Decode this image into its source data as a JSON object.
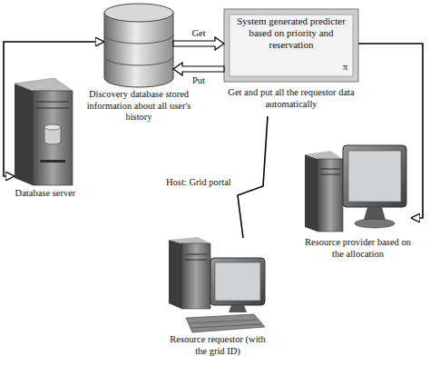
{
  "diagram": {
    "nodes": [
      {
        "text": [
          "Discovery database stored information about all user's history"
        ]
      },
      {
        "text": [
          "System generated predicter based on priority and reservation",
          "π",
          "Get and put all the requestor data automatically"
        ]
      },
      {
        "text": [
          "Database server"
        ]
      },
      {
        "text": [
          "Resource provider based on the allocation"
        ]
      },
      {
        "text": [
          "Resource requestor (with the grid ID)"
        ]
      }
    ],
    "edges": [
      {
        "from": 0,
        "to": 1,
        "label": "Get",
        "arrow": "to"
      },
      {
        "from": 1,
        "to": 0,
        "label": "Put",
        "arrow": "to"
      },
      {
        "from": 2,
        "to": 0,
        "arrow": "both"
      },
      {
        "from": 1,
        "to": 3,
        "arrow": "to"
      },
      {
        "from": 4,
        "to": 1,
        "arrow": "none"
      }
    ],
    "labels": [
      "Host: Grid portal"
    ]
  }
}
